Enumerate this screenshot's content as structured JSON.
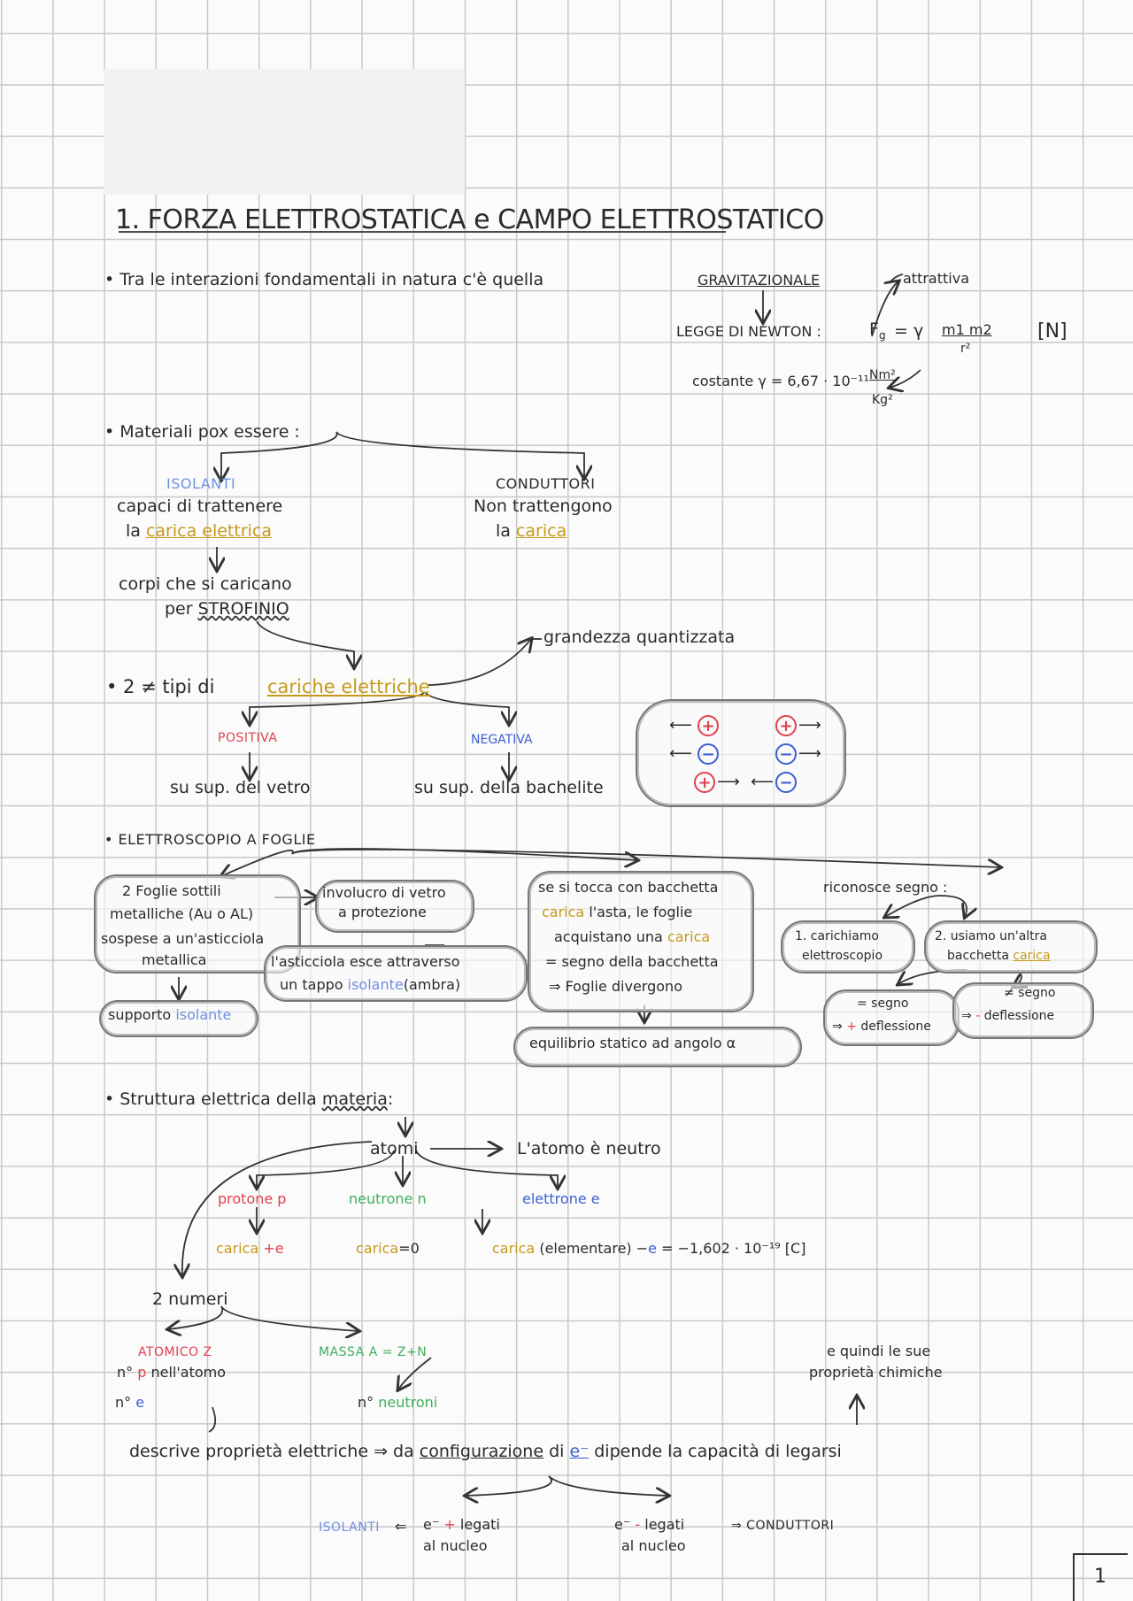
{
  "title": "1. FORZA ELETTROSTATICA e CAMPO ELETTROSTATICO",
  "gravity": {
    "intro": "• Tra le interazioni fondamentali in natura c'è quella",
    "gravitazionale": "GRAVITAZIONALE",
    "attrattiva": "attrattiva",
    "legge": "LEGGE DI NEWTON :",
    "formula_lhs": "F",
    "formula_sub": "g",
    "formula_eq": "= γ",
    "formula_num": "m1 m2",
    "formula_den": "r²",
    "unit": "[N]",
    "costante": "costante γ = 6,67 · 10⁻¹¹",
    "costante_num": "Nm²",
    "costante_den": "Kg²"
  },
  "materiali": {
    "intro": "• Materiali pox essere :",
    "isolanti": "ISOLANTI",
    "isolanti_l1": "capaci di trattenere",
    "isolanti_l2a": "la",
    "isolanti_l2b": "carica elettrica",
    "corpi_l1": "corpi che si caricano",
    "corpi_l2a": "per",
    "corpi_l2b": "STROFINIO",
    "conduttori": "CONDUTTORI",
    "conduttori_l1": "Non trattengono",
    "conduttori_l2a": "la",
    "conduttori_l2b": "carica"
  },
  "cariche": {
    "intro": "• 2 ≠ tipi di",
    "label": "cariche elettriche",
    "grandezza": "grandezza quantizzata",
    "positiva": "POSITIVA",
    "negativa": "NEGATIVA",
    "pos_desc": "su sup. del vetro",
    "neg_desc": "su sup. della bachelite",
    "plus": "+",
    "minus": "−"
  },
  "elettroscopio": {
    "title": "• ELETTROSCOPIO A FOGLIE",
    "c1_l1": "2 Foglie sottili",
    "c1_l2": "metalliche (Au o AL)",
    "c1_l3": "sospese a un'asticciola",
    "c1_l4": "metallica",
    "supporto_a": "supporto",
    "supporto_b": "isolante",
    "involucro_l1": "involucro di vetro",
    "involucro_l2": "a protezione",
    "asticciola_l1": "l'asticciola esce attraverso",
    "asticciola_l2a": "un tappo",
    "asticciola_l2b": "isolante",
    "asticciola_l2c": "(ambra)",
    "c3_l1": "se si tocca con bacchetta",
    "c3_l2a": "carica",
    "c3_l2b": "l'asta, le foglie",
    "c3_l3a": "acquistano una",
    "c3_l3b": "carica",
    "c3_l4": "= segno della bacchetta",
    "c3_l5": "⇒ Foglie divergono",
    "equilibrio": "equilibrio statico ad angolo α",
    "riconosce": "riconosce segno :",
    "r1_l1": "1. carichiamo",
    "r1_l2": "elettroscopio",
    "r2_l1": "2. usiamo un'altra",
    "r2_l2a": "bacchetta",
    "r2_l2b": "carica",
    "eq_segno": "= segno",
    "eq_defl_a": "⇒",
    "eq_defl_b": "+",
    "eq_defl_c": "deflessione",
    "neq_segno": "≠ segno",
    "neq_defl_a": "⇒",
    "neq_defl_b": "-",
    "neq_defl_c": "deflessione"
  },
  "struttura": {
    "intro_a": "• Struttura elettrica della",
    "intro_b": "materia",
    "intro_c": ":",
    "atomi": "atomi",
    "neutro": "L'atomo è neutro",
    "protone": "protone p",
    "neutrone": "neutrone n",
    "elettrone": "elettrone e",
    "carica_p_a": "carica",
    "carica_p_b": "+e",
    "carica_n_a": "carica",
    "carica_n_b": "=0",
    "carica_e_a": "carica",
    "carica_e_b": "(elementare) −",
    "carica_e_c": "e",
    "carica_e_d": "= −1,602 · 10⁻¹⁹ [C]",
    "numeri": "2 numeri",
    "atomico": "ATOMICO Z",
    "massa": "MASSA A = Z+N",
    "np_a": "n°",
    "np_b": "p",
    "np_c": "nell'atomo",
    "ne_a": "n°",
    "ne_b": "e",
    "nn_a": "n°",
    "nn_b": "neutroni",
    "descrive": "descrive proprietà elettriche ⇒ da",
    "configurazione": "configurazione",
    "di": "di",
    "e_minus": "e⁻",
    "dipende": "dipende la capacità di legarsi",
    "quindi_l1": "e quindi le sue",
    "quindi_l2": "proprietà chimiche",
    "isolanti": "ISOLANTI",
    "leq": "⇐",
    "legati_plus_a": "e⁻",
    "legati_plus_b": "+",
    "legati_plus_c": "legati",
    "al_nucleo": "al nucleo",
    "legati_minus_a": "e⁻",
    "legati_minus_b": "-",
    "legati_minus_c": "legati",
    "al_nucleo2": "al nucleo",
    "conduttori": "⇒ CONDUTTORI"
  },
  "page_number": "1"
}
